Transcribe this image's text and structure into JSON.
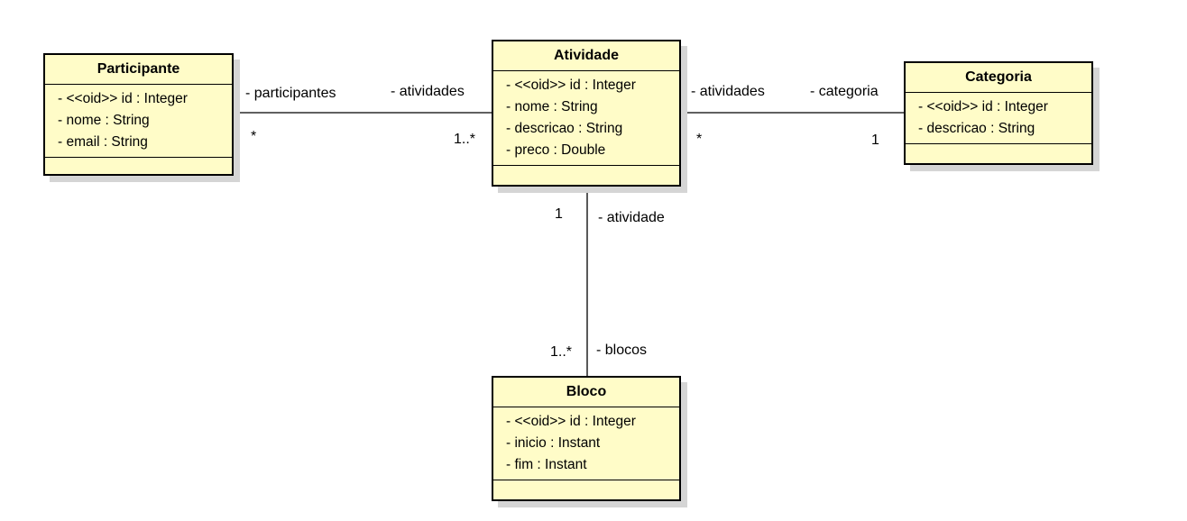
{
  "classes": {
    "participante": {
      "name": "Participante",
      "attributes": [
        "- <<oid>> id : Integer",
        "- nome : String",
        "- email : String"
      ]
    },
    "atividade": {
      "name": "Atividade",
      "attributes": [
        "- <<oid>> id : Integer",
        "- nome : String",
        "- descricao : String",
        "- preco : Double"
      ]
    },
    "categoria": {
      "name": "Categoria",
      "attributes": [
        "- <<oid>> id : Integer",
        "- descricao : String"
      ]
    },
    "bloco": {
      "name": "Bloco",
      "attributes": [
        "- <<oid>> id : Integer",
        "- inicio : Instant",
        "- fim : Instant"
      ]
    }
  },
  "associations": {
    "participante_atividade": {
      "participante_role": "- participantes",
      "participante_mult": "*",
      "atividade_role": "- atividades",
      "atividade_mult": "1..*"
    },
    "atividade_categoria": {
      "atividade_role": "- atividades",
      "atividade_mult": "*",
      "categoria_role": "- categoria",
      "categoria_mult": "1"
    },
    "atividade_bloco": {
      "atividade_role": "- atividade",
      "atividade_mult": "1",
      "bloco_role": "- blocos",
      "bloco_mult": "1..*"
    }
  },
  "colors": {
    "class_fill": "#fffcc8",
    "border": "#000000",
    "shadow": "#d5d5d5"
  }
}
